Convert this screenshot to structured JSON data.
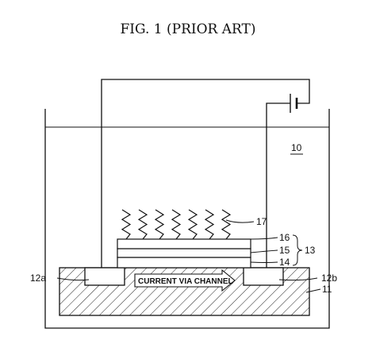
{
  "title": "FIG. 1 (PRIOR ART)",
  "labels": {
    "container": "10",
    "substrate": "11",
    "source": "12a",
    "drain": "12b",
    "gate_stack": "13",
    "layer_14": "14",
    "layer_15": "15",
    "layer_16": "16",
    "molecules": "17"
  },
  "arrow_text": "CURRENT VIA CHANNEL"
}
